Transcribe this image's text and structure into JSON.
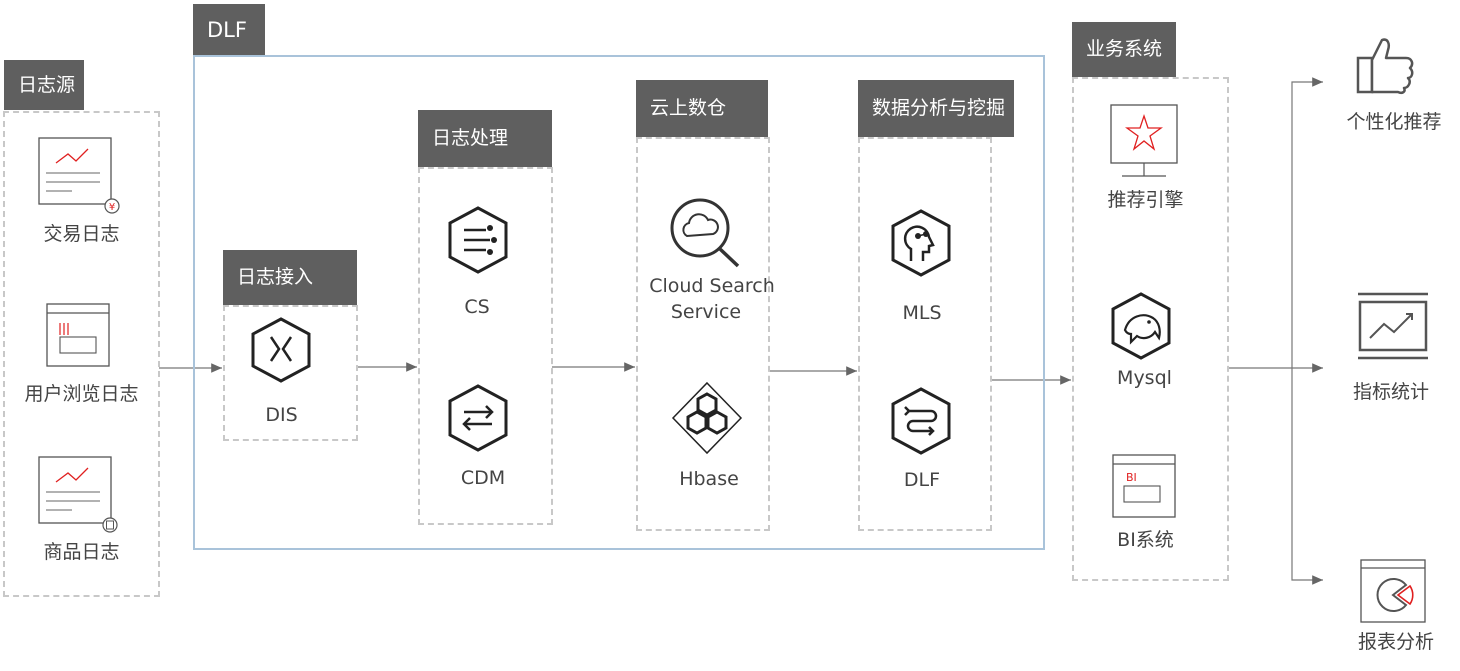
{
  "source": {
    "title": "日志源",
    "items": [
      {
        "label": "交易日志",
        "icon": "trade-log-icon"
      },
      {
        "label": "用户浏览日志",
        "icon": "browse-log-icon"
      },
      {
        "label": "商品日志",
        "icon": "product-log-icon"
      }
    ]
  },
  "dlf": {
    "title": "DLF",
    "ingest": {
      "title": "日志接入",
      "items": [
        {
          "label": "DIS",
          "icon": "dis-icon"
        }
      ]
    },
    "process": {
      "title": "日志处理",
      "items": [
        {
          "label": "CS",
          "icon": "cs-icon"
        },
        {
          "label": "CDM",
          "icon": "cdm-icon"
        }
      ]
    },
    "warehouse": {
      "title": "云上数仓",
      "items": [
        {
          "label_line1": "Cloud Search",
          "label_line2": "Service",
          "icon": "cloud-search-icon"
        },
        {
          "label": "Hbase",
          "icon": "hbase-icon"
        }
      ]
    },
    "analysis": {
      "title": "数据分析与挖掘",
      "items": [
        {
          "label": "MLS",
          "icon": "mls-icon"
        },
        {
          "label": "DLF",
          "icon": "dlf-icon"
        }
      ]
    }
  },
  "business": {
    "title": "业务系统",
    "items": [
      {
        "label": "推荐引擎",
        "icon": "recommend-engine-icon"
      },
      {
        "label": "Mysql",
        "icon": "mysql-icon"
      },
      {
        "label": "BI系统",
        "icon": "bi-system-icon",
        "icon_text": "BI"
      }
    ]
  },
  "outputs": [
    {
      "label": "个性化推荐",
      "icon": "thumbs-up-icon"
    },
    {
      "label": "指标统计",
      "icon": "metrics-chart-icon"
    },
    {
      "label": "报表分析",
      "icon": "report-pie-icon"
    }
  ],
  "colors": {
    "header": "#5f5f5f",
    "dlf_border": "#a9c3da",
    "accent_red": "#e02020",
    "line": "#777777"
  }
}
